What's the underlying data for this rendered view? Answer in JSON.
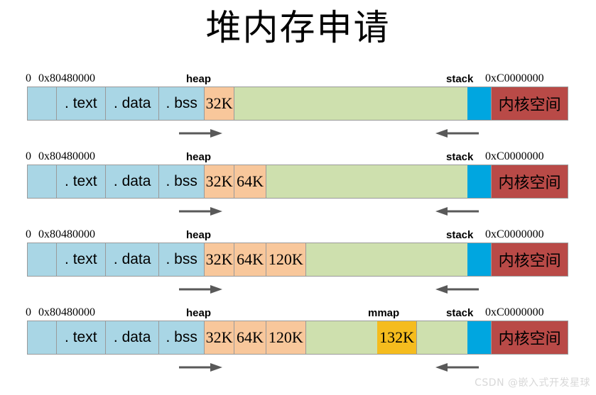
{
  "title": "堆内存申请",
  "colors": {
    "segment_blue": "#a9d6e5",
    "heap_orange": "#f8c79b",
    "free_green": "#cee0ae",
    "mmap_amber": "#f5bc1e",
    "stack_blue": "#00a6e0",
    "kernel_red": "#b94a47",
    "arrow_gray": "#595959",
    "border_gray": "#9a9a9a"
  },
  "common_labels": {
    "zero": "0",
    "start_address": "0x80480000",
    "heap": "heap",
    "mmap": "mmap",
    "stack": "stack",
    "end_address": "0xC0000000",
    "text_segment": ". text",
    "data_segment": ". data",
    "bss_segment": ". bss",
    "kernel_space": "内核空间"
  },
  "bars": [
    {
      "id": "bar-1",
      "labels": {
        "zero": "0",
        "start_address": "0x80480000",
        "heap": "heap",
        "mmap": "",
        "stack": "stack",
        "end_address": "0xC0000000"
      },
      "segments": [
        {
          "name": "padding",
          "label": "",
          "kind": "pad",
          "width": 5.6
        },
        {
          "name": "text-segment",
          "label": ". text",
          "kind": "text",
          "width": 9.6
        },
        {
          "name": "data-segment",
          "label": ". data",
          "kind": "data",
          "width": 10.4
        },
        {
          "name": "bss-segment",
          "label": ". bss",
          "kind": "bss",
          "width": 8.8
        },
        {
          "name": "heap-32k",
          "label": "32K",
          "kind": "heap",
          "width": 5.8
        },
        {
          "name": "free-space",
          "label": "",
          "kind": "free",
          "width": 45.3
        },
        {
          "name": "stack",
          "label": "",
          "kind": "stack",
          "width": 4.6
        },
        {
          "name": "kernel-space",
          "label": "内核空间",
          "kind": "kernel",
          "width": 14.9
        }
      ]
    },
    {
      "id": "bar-2",
      "labels": {
        "zero": "0",
        "start_address": "0x80480000",
        "heap": "heap",
        "mmap": "",
        "stack": "stack",
        "end_address": "0xC0000000"
      },
      "segments": [
        {
          "name": "padding",
          "label": "",
          "kind": "pad",
          "width": 5.6
        },
        {
          "name": "text-segment",
          "label": ". text",
          "kind": "text",
          "width": 9.6
        },
        {
          "name": "data-segment",
          "label": ". data",
          "kind": "data",
          "width": 10.4
        },
        {
          "name": "bss-segment",
          "label": ". bss",
          "kind": "bss",
          "width": 8.8
        },
        {
          "name": "heap-32k",
          "label": "32K",
          "kind": "heap",
          "width": 5.8
        },
        {
          "name": "heap-64k",
          "label": "64K",
          "kind": "heap",
          "width": 6.2
        },
        {
          "name": "free-space",
          "label": "",
          "kind": "free",
          "width": 39.1
        },
        {
          "name": "stack",
          "label": "",
          "kind": "stack",
          "width": 4.6
        },
        {
          "name": "kernel-space",
          "label": "内核空间",
          "kind": "kernel",
          "width": 14.9
        }
      ]
    },
    {
      "id": "bar-3",
      "labels": {
        "zero": "0",
        "start_address": "0x80480000",
        "heap": "heap",
        "mmap": "",
        "stack": "stack",
        "end_address": "0xC0000000"
      },
      "segments": [
        {
          "name": "padding",
          "label": "",
          "kind": "pad",
          "width": 5.6
        },
        {
          "name": "text-segment",
          "label": ". text",
          "kind": "text",
          "width": 9.6
        },
        {
          "name": "data-segment",
          "label": ". data",
          "kind": "data",
          "width": 10.4
        },
        {
          "name": "bss-segment",
          "label": ". bss",
          "kind": "bss",
          "width": 8.8
        },
        {
          "name": "heap-32k",
          "label": "32K",
          "kind": "heap",
          "width": 5.8
        },
        {
          "name": "heap-64k",
          "label": "64K",
          "kind": "heap",
          "width": 6.2
        },
        {
          "name": "heap-120k",
          "label": "120K",
          "kind": "heap",
          "width": 7.7
        },
        {
          "name": "free-space",
          "label": "",
          "kind": "free",
          "width": 31.4
        },
        {
          "name": "stack",
          "label": "",
          "kind": "stack",
          "width": 4.6
        },
        {
          "name": "kernel-space",
          "label": "内核空间",
          "kind": "kernel",
          "width": 14.9
        }
      ]
    },
    {
      "id": "bar-4",
      "labels": {
        "zero": "0",
        "start_address": "0x80480000",
        "heap": "heap",
        "mmap": "mmap",
        "stack": "stack",
        "end_address": "0xC0000000"
      },
      "segments": [
        {
          "name": "padding",
          "label": "",
          "kind": "pad",
          "width": 5.6
        },
        {
          "name": "text-segment",
          "label": ". text",
          "kind": "text",
          "width": 9.6
        },
        {
          "name": "data-segment",
          "label": ". data",
          "kind": "data",
          "width": 10.4
        },
        {
          "name": "bss-segment",
          "label": ". bss",
          "kind": "bss",
          "width": 8.8
        },
        {
          "name": "heap-32k",
          "label": "32K",
          "kind": "heap",
          "width": 5.8
        },
        {
          "name": "heap-64k",
          "label": "64K",
          "kind": "heap",
          "width": 6.2
        },
        {
          "name": "heap-120k",
          "label": "120K",
          "kind": "heap",
          "width": 7.7
        },
        {
          "name": "free-space-low",
          "label": "",
          "kind": "free",
          "width": 13.9
        },
        {
          "name": "mmap-132k",
          "label": "132K",
          "kind": "mmap",
          "width": 7.7
        },
        {
          "name": "free-space-high",
          "label": "",
          "kind": "free",
          "width": 9.8
        },
        {
          "name": "stack",
          "label": "",
          "kind": "stack",
          "width": 4.6
        },
        {
          "name": "kernel-space",
          "label": "内核空间",
          "kind": "kernel",
          "width": 14.9
        }
      ]
    }
  ],
  "arrows": {
    "heap_grows_up": "right",
    "stack_grows_down": "left"
  },
  "watermark": "CSDN @嵌入式开发星球"
}
